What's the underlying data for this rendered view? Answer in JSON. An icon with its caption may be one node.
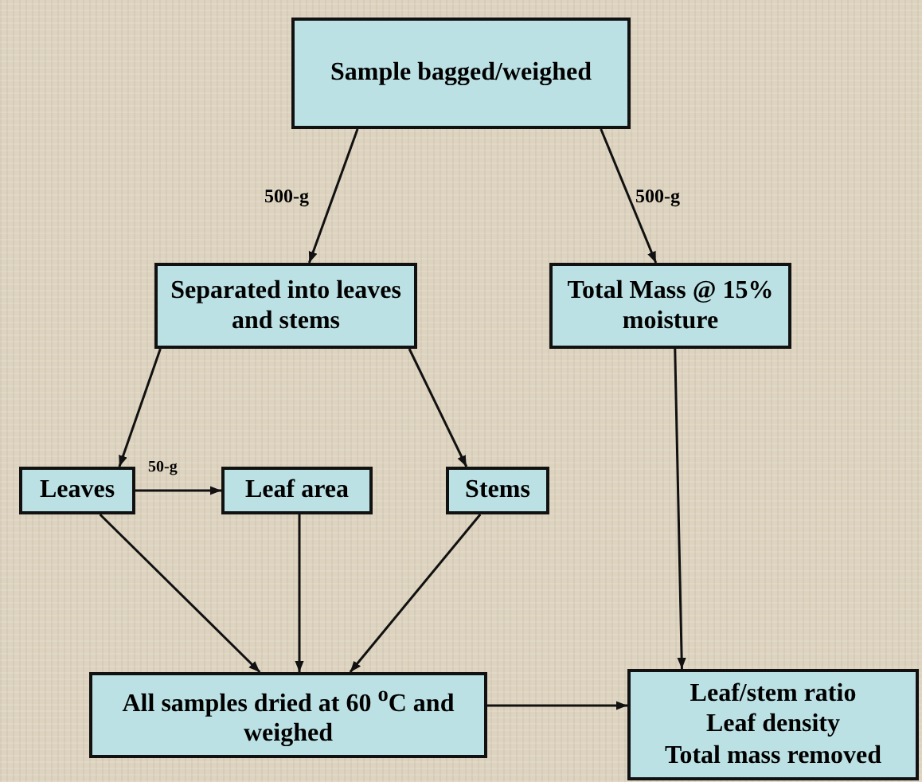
{
  "diagram": {
    "nodes": [
      {
        "text": [
          "Sample bagged/weighed"
        ]
      },
      {
        "text": [
          "Separated into leaves and stems"
        ]
      },
      {
        "text": [
          "Total Mass @ 15% moisture"
        ]
      },
      {
        "text": [
          "Leaves"
        ]
      },
      {
        "text": [
          "Leaf area"
        ]
      },
      {
        "text": [
          "Stems"
        ]
      },
      {
        "text": [
          "All samples dried at 60 $^{o}$C and weighed"
        ]
      },
      {
        "text": [
          "Leaf/stem ratio",
          "Leaf density",
          "Total mass removed"
        ]
      }
    ],
    "edges": [
      {
        "from": 0,
        "to": 1,
        "arrow": "to",
        "label": "500-g"
      },
      {
        "from": 0,
        "to": 2,
        "arrow": "to",
        "label": "500-g"
      },
      {
        "from": 1,
        "to": 3,
        "arrow": "to"
      },
      {
        "from": 1,
        "to": 5,
        "arrow": "to"
      },
      {
        "from": 3,
        "to": 4,
        "arrow": "to",
        "label": "50-g"
      },
      {
        "from": 3,
        "to": 6,
        "arrow": "to"
      },
      {
        "from": 4,
        "to": 6,
        "arrow": "to"
      },
      {
        "from": 5,
        "to": 6,
        "arrow": "to"
      },
      {
        "from": 2,
        "to": 7,
        "arrow": "to"
      },
      {
        "from": 6,
        "to": 7,
        "arrow": "to"
      }
    ]
  }
}
